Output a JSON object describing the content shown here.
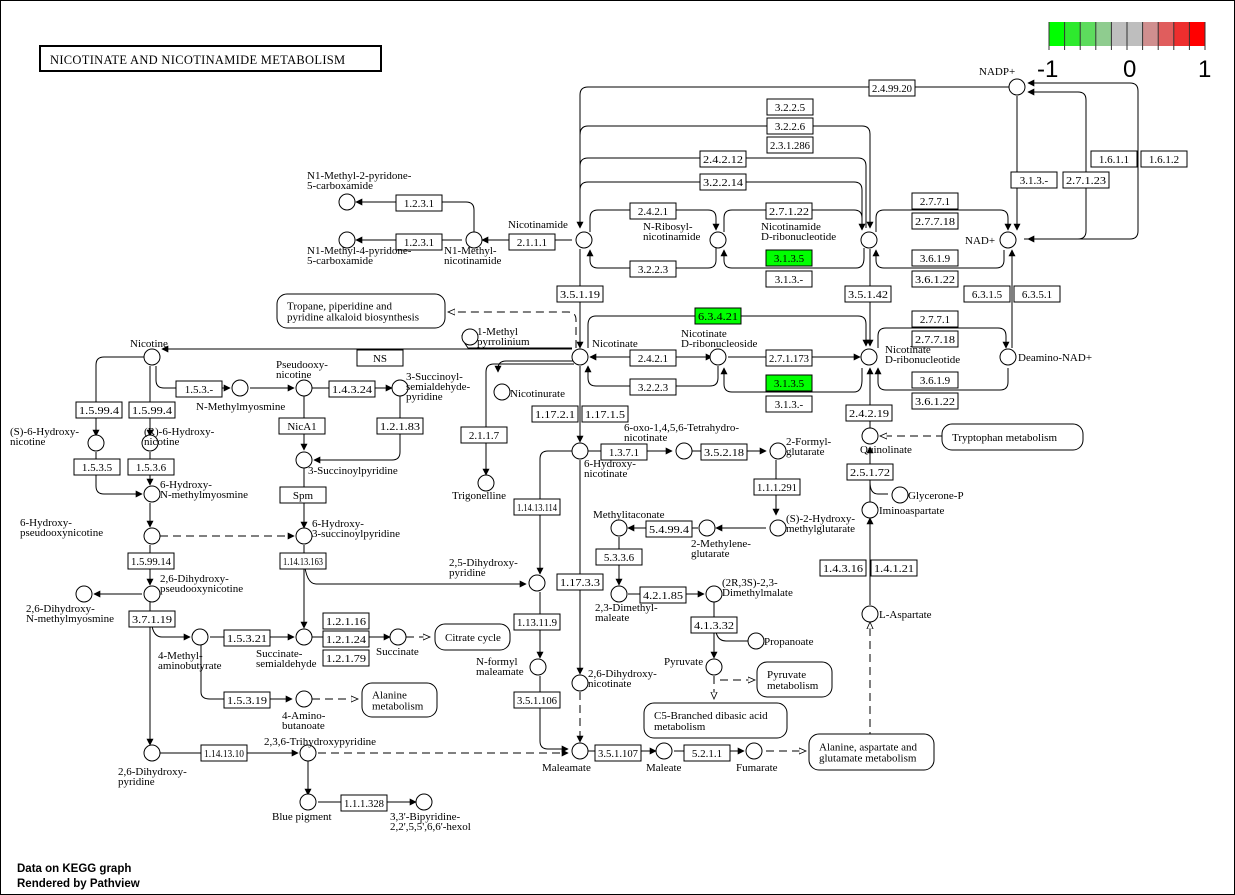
{
  "title": "NICOTINATE AND NICOTINAMIDE METABOLISM",
  "footer": {
    "line1": "Data on KEGG graph",
    "line2": "Rendered by Pathview"
  },
  "colors": {
    "up": "#ff0000",
    "down": "#00ff00",
    "neutral": "#bebebe",
    "box_default": "#ffffff"
  },
  "legend": {
    "min_label": "-1",
    "mid_label": "0",
    "max_label": "1",
    "bins": [
      {
        "value": -1.0,
        "color": "#00ff00"
      },
      {
        "value": -0.8,
        "color": "#2eea2e"
      },
      {
        "value": -0.6,
        "color": "#5ddc5d"
      },
      {
        "value": -0.4,
        "color": "#8fcc8f"
      },
      {
        "value": -0.2,
        "color": "#bebebe"
      },
      {
        "value": 0.2,
        "color": "#bebebe"
      },
      {
        "value": 0.4,
        "color": "#d08f8f"
      },
      {
        "value": 0.6,
        "color": "#e05d5d"
      },
      {
        "value": 0.8,
        "color": "#ee2e2e"
      },
      {
        "value": 1.0,
        "color": "#ff0000"
      }
    ]
  },
  "enzymes": [
    {
      "id": "e1",
      "label": "2.4.99.20",
      "color": "#ffffff"
    },
    {
      "id": "e2",
      "label": "3.2.2.5",
      "color": "#ffffff"
    },
    {
      "id": "e3",
      "label": "3.2.2.6",
      "color": "#ffffff"
    },
    {
      "id": "e4",
      "label": "2.3.1.286",
      "color": "#ffffff"
    },
    {
      "id": "e5",
      "label": "2.4.2.12",
      "color": "#ffffff"
    },
    {
      "id": "e6",
      "label": "3.2.2.14",
      "color": "#ffffff"
    },
    {
      "id": "e7",
      "label": "1.2.3.1",
      "color": "#ffffff"
    },
    {
      "id": "e8",
      "label": "1.2.3.1",
      "color": "#ffffff"
    },
    {
      "id": "e9",
      "label": "2.1.1.1",
      "color": "#ffffff"
    },
    {
      "id": "e10",
      "label": "2.4.2.1",
      "color": "#ffffff"
    },
    {
      "id": "e11",
      "label": "3.2.2.3",
      "color": "#ffffff"
    },
    {
      "id": "e12",
      "label": "2.7.1.22",
      "color": "#ffffff"
    },
    {
      "id": "e13",
      "label": "3.1.3.5",
      "color": "#00ff00"
    },
    {
      "id": "e14",
      "label": "3.1.3.-",
      "color": "#ffffff"
    },
    {
      "id": "e15",
      "label": "2.7.7.1",
      "color": "#ffffff"
    },
    {
      "id": "e16",
      "label": "2.7.7.18",
      "color": "#ffffff"
    },
    {
      "id": "e17",
      "label": "3.6.1.9",
      "color": "#ffffff"
    },
    {
      "id": "e18",
      "label": "3.6.1.22",
      "color": "#ffffff"
    },
    {
      "id": "e19",
      "label": "3.1.3.-",
      "color": "#ffffff"
    },
    {
      "id": "e20",
      "label": "2.7.1.23",
      "color": "#ffffff"
    },
    {
      "id": "e21",
      "label": "1.6.1.1",
      "color": "#ffffff"
    },
    {
      "id": "e22",
      "label": "1.6.1.2",
      "color": "#ffffff"
    },
    {
      "id": "e23",
      "label": "3.5.1.19",
      "color": "#ffffff"
    },
    {
      "id": "e24",
      "label": "3.5.1.42",
      "color": "#ffffff"
    },
    {
      "id": "e25",
      "label": "6.3.1.5",
      "color": "#ffffff"
    },
    {
      "id": "e26",
      "label": "6.3.5.1",
      "color": "#ffffff"
    },
    {
      "id": "e27",
      "label": "6.3.4.21",
      "color": "#00ff00"
    },
    {
      "id": "e28",
      "label": "2.4.2.1",
      "color": "#ffffff"
    },
    {
      "id": "e29",
      "label": "3.2.2.3",
      "color": "#ffffff"
    },
    {
      "id": "e30",
      "label": "2.7.1.173",
      "color": "#ffffff"
    },
    {
      "id": "e31",
      "label": "3.1.3.5",
      "color": "#00ff00"
    },
    {
      "id": "e32",
      "label": "3.1.3.-",
      "color": "#ffffff"
    },
    {
      "id": "e33",
      "label": "2.7.7.1",
      "color": "#ffffff"
    },
    {
      "id": "e34",
      "label": "2.7.7.18",
      "color": "#ffffff"
    },
    {
      "id": "e35",
      "label": "3.6.1.9",
      "color": "#ffffff"
    },
    {
      "id": "e36",
      "label": "3.6.1.22",
      "color": "#ffffff"
    },
    {
      "id": "e37",
      "label": "NS",
      "color": "#ffffff"
    },
    {
      "id": "e38",
      "label": "1.5.3.-",
      "color": "#ffffff"
    },
    {
      "id": "e39",
      "label": "1.4.3.24",
      "color": "#ffffff"
    },
    {
      "id": "e40",
      "label": "1.5.99.4",
      "color": "#ffffff"
    },
    {
      "id": "e41",
      "label": "1.5.99.4",
      "color": "#ffffff"
    },
    {
      "id": "e42",
      "label": "NicA1",
      "color": "#ffffff"
    },
    {
      "id": "e43",
      "label": "1.2.1.83",
      "color": "#ffffff"
    },
    {
      "id": "e44",
      "label": "1.5.3.5",
      "color": "#ffffff"
    },
    {
      "id": "e45",
      "label": "1.5.3.6",
      "color": "#ffffff"
    },
    {
      "id": "e46",
      "label": "Spm",
      "color": "#ffffff"
    },
    {
      "id": "e47",
      "label": "1.5.99.14",
      "color": "#ffffff"
    },
    {
      "id": "e48",
      "label": "1.14.13.163",
      "color": "#ffffff"
    },
    {
      "id": "e49",
      "label": "3.7.1.19",
      "color": "#ffffff"
    },
    {
      "id": "e50",
      "label": "1.5.3.21",
      "color": "#ffffff"
    },
    {
      "id": "e51",
      "label": "1.2.1.16",
      "color": "#ffffff"
    },
    {
      "id": "e52",
      "label": "1.2.1.24",
      "color": "#ffffff"
    },
    {
      "id": "e53",
      "label": "1.2.1.79",
      "color": "#ffffff"
    },
    {
      "id": "e54",
      "label": "1.5.3.19",
      "color": "#ffffff"
    },
    {
      "id": "e55",
      "label": "1.14.13.10",
      "color": "#ffffff"
    },
    {
      "id": "e56",
      "label": "1.1.1.328",
      "color": "#ffffff"
    },
    {
      "id": "e57",
      "label": "2.1.1.7",
      "color": "#ffffff"
    },
    {
      "id": "e58",
      "label": "1.17.2.1",
      "color": "#ffffff"
    },
    {
      "id": "e59",
      "label": "1.17.1.5",
      "color": "#ffffff"
    },
    {
      "id": "e60",
      "label": "1.3.7.1",
      "color": "#ffffff"
    },
    {
      "id": "e61",
      "label": "3.5.2.18",
      "color": "#ffffff"
    },
    {
      "id": "e62",
      "label": "1.1.1.291",
      "color": "#ffffff"
    },
    {
      "id": "e63",
      "label": "1.14.13.114",
      "color": "#ffffff"
    },
    {
      "id": "e64",
      "label": "5.4.99.4",
      "color": "#ffffff"
    },
    {
      "id": "e65",
      "label": "5.3.3.6",
      "color": "#ffffff"
    },
    {
      "id": "e66",
      "label": "1.17.3.3",
      "color": "#ffffff"
    },
    {
      "id": "e67",
      "label": "1.13.11.9",
      "color": "#ffffff"
    },
    {
      "id": "e68",
      "label": "4.2.1.85",
      "color": "#ffffff"
    },
    {
      "id": "e69",
      "label": "4.1.3.32",
      "color": "#ffffff"
    },
    {
      "id": "e70",
      "label": "3.5.1.106",
      "color": "#ffffff"
    },
    {
      "id": "e71",
      "label": "3.5.1.107",
      "color": "#ffffff"
    },
    {
      "id": "e72",
      "label": "5.2.1.1",
      "color": "#ffffff"
    },
    {
      "id": "e73",
      "label": "2.4.2.19",
      "color": "#ffffff"
    },
    {
      "id": "e74",
      "label": "2.5.1.72",
      "color": "#ffffff"
    },
    {
      "id": "e75",
      "label": "1.4.3.16",
      "color": "#ffffff"
    },
    {
      "id": "e76",
      "label": "1.4.1.21",
      "color": "#ffffff"
    }
  ],
  "compounds": [
    {
      "id": "c1",
      "label": [
        "NADP+"
      ]
    },
    {
      "id": "c2",
      "label": [
        "N1-Methyl-2-pyridone-",
        "5-carboxamide"
      ]
    },
    {
      "id": "c3",
      "label": [
        "N1-Methyl-4-pyridone-",
        "5-carboxamide"
      ]
    },
    {
      "id": "c4",
      "label": [
        "N1-Methyl-",
        "nicotinamide"
      ]
    },
    {
      "id": "c5",
      "label": [
        "Nicotinamide"
      ]
    },
    {
      "id": "c6",
      "label": [
        "N-Ribosyl-",
        "nicotinamide"
      ]
    },
    {
      "id": "c7",
      "label": [
        "Nicotinamide",
        "D-ribonucleotide"
      ]
    },
    {
      "id": "c8",
      "label": [
        "NAD+"
      ]
    },
    {
      "id": "c9",
      "label": [
        "1-Methyl",
        "pyrrolinium"
      ]
    },
    {
      "id": "c10",
      "label": [
        "Nicotinate"
      ]
    },
    {
      "id": "c11",
      "label": [
        "Nicotinate",
        "D-ribonucleoside"
      ]
    },
    {
      "id": "c12",
      "label": [
        "Nicotinate",
        "D-ribonucleotide"
      ]
    },
    {
      "id": "c13",
      "label": [
        "Deamino-NAD+"
      ]
    },
    {
      "id": "c14",
      "label": [
        "Nicotine"
      ]
    },
    {
      "id": "c15",
      "label": [
        "N-Methylmyosmine"
      ]
    },
    {
      "id": "c16",
      "label": [
        "Pseudooxy-",
        "nicotine"
      ]
    },
    {
      "id": "c17",
      "label": [
        "3-Succinoyl-",
        "semialdehyde-",
        "pyridine"
      ]
    },
    {
      "id": "c18",
      "label": [
        "Nicotinurate"
      ]
    },
    {
      "id": "c19",
      "label": [
        "(S)-6-Hydroxy-",
        "nicotine"
      ]
    },
    {
      "id": "c20",
      "label": [
        "(R)-6-Hydroxy-",
        "nicotine"
      ]
    },
    {
      "id": "c21",
      "label": [
        "3-Succinoylpyridine"
      ]
    },
    {
      "id": "c22",
      "label": [
        "6-Hydroxy-",
        "N-methylmyosmine"
      ]
    },
    {
      "id": "c23",
      "label": [
        "6-Hydroxy-",
        "pseudooxynicotine"
      ]
    },
    {
      "id": "c24",
      "label": [
        "6-Hydroxy-",
        "3-succinoylpyridine"
      ]
    },
    {
      "id": "c25",
      "label": [
        "2,6-Dihydroxy-",
        "pseudooxynicotine"
      ]
    },
    {
      "id": "c26",
      "label": [
        "2,6-Dihydroxy-",
        "N-methylmyosmine"
      ]
    },
    {
      "id": "c27",
      "label": [
        "4-Methyl-",
        "aminobutyrate"
      ]
    },
    {
      "id": "c28",
      "label": [
        "Succinate-",
        "semialdehyde"
      ]
    },
    {
      "id": "c29",
      "label": [
        "Succinate"
      ]
    },
    {
      "id": "c30",
      "label": [
        "4-Amino-",
        "butanoate"
      ]
    },
    {
      "id": "c31",
      "label": [
        "2,6-Dihydroxy-",
        "pyridine"
      ]
    },
    {
      "id": "c32",
      "label": [
        "2,3,6-Trihydroxypyridine"
      ]
    },
    {
      "id": "c33",
      "label": [
        "Blue pigment"
      ]
    },
    {
      "id": "c34",
      "label": [
        "3,3'-Bipyridine-",
        "2,2',5,5',6,6'-hexol"
      ]
    },
    {
      "id": "c35",
      "label": [
        "Trigonelline"
      ]
    },
    {
      "id": "c36",
      "label": [
        "6-Hydroxy-",
        "nicotinate"
      ]
    },
    {
      "id": "c37",
      "label": [
        "6-oxo-1,4,5,6-Tetrahydro-",
        "nicotinate"
      ]
    },
    {
      "id": "c38",
      "label": [
        "2-Formyl-",
        "glutarate"
      ]
    },
    {
      "id": "c39",
      "label": [
        "(S)-2-Hydroxy-",
        "methylglutarate"
      ]
    },
    {
      "id": "c40",
      "label": [
        "2-Methylene-",
        "glutarate"
      ]
    },
    {
      "id": "c41",
      "label": [
        "Methylitaconate"
      ]
    },
    {
      "id": "c42",
      "label": [
        "2,3-Dimethyl-",
        "maleate"
      ]
    },
    {
      "id": "c43",
      "label": [
        "(2R,3S)-2,3-",
        "Dimethylmalate"
      ]
    },
    {
      "id": "c44",
      "label": [
        "Propanoate"
      ]
    },
    {
      "id": "c45",
      "label": [
        "Pyruvate"
      ]
    },
    {
      "id": "c46",
      "label": [
        "2,5-Dihydroxy-",
        "pyridine"
      ]
    },
    {
      "id": "c47",
      "label": [
        "N-formyl",
        "maleamate"
      ]
    },
    {
      "id": "c48",
      "label": [
        "2,6-Dihydroxy-",
        "nicotinate"
      ]
    },
    {
      "id": "c49",
      "label": [
        "Maleamate"
      ]
    },
    {
      "id": "c50",
      "label": [
        "Maleate"
      ]
    },
    {
      "id": "c51",
      "label": [
        "Fumarate"
      ]
    },
    {
      "id": "c52",
      "label": [
        "Quinolinate"
      ]
    },
    {
      "id": "c53",
      "label": [
        "Glycerone-P"
      ]
    },
    {
      "id": "c54",
      "label": [
        "Iminoaspartate"
      ]
    },
    {
      "id": "c55",
      "label": [
        "L-Aspartate"
      ]
    }
  ],
  "maps": [
    {
      "id": "m1",
      "label": [
        "Tropane, piperidine and",
        "pyridine alkaloid biosynthesis"
      ]
    },
    {
      "id": "m2",
      "label": [
        "Tryptophan metabolism"
      ]
    },
    {
      "id": "m3",
      "label": [
        "Citrate cycle"
      ]
    },
    {
      "id": "m4",
      "label": [
        "Alanine",
        "metabolism"
      ]
    },
    {
      "id": "m5",
      "label": [
        "Pyruvate",
        "metabolism"
      ]
    },
    {
      "id": "m6",
      "label": [
        "C5-Branched dibasic acid",
        "metabolism"
      ]
    },
    {
      "id": "m7",
      "label": [
        "Alanine, aspartate and",
        "glutamate metabolism"
      ]
    }
  ]
}
